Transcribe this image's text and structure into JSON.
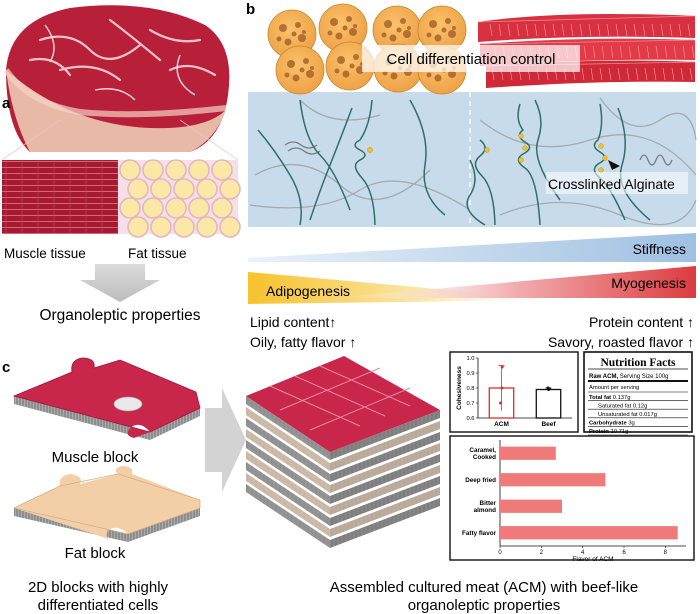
{
  "panels": {
    "a": {
      "letter": "a",
      "muscle_label": "Muscle tissue",
      "fat_label": "Fat tissue",
      "result_label": "Organoleptic properties"
    },
    "b": {
      "letter": "b",
      "banner": "Cell differentiation control",
      "crosslink_label": "Crosslinked Alginate",
      "stiffness_label": "Stiffness",
      "adipogenesis_label": "Adipogenesis",
      "myogenesis_label": "Myogenesis",
      "left_line1": "Lipid content↑",
      "left_line2": "Oily, fatty flavor ↑",
      "right_line1": "Protein content ↑",
      "right_line2": "Savory, roasted flavor ↑"
    },
    "c": {
      "letter": "c",
      "muscle_block_label": "Muscle block",
      "fat_block_label": "Fat block",
      "left_caption_line1": "2D blocks with highly",
      "left_caption_line2": "differentiated cells",
      "right_caption_line1": "Assembled cultured meat (ACM) with beef-like",
      "right_caption_line2": "organoleptic properties"
    }
  },
  "nutrition": {
    "title": "Nutrition Facts",
    "serving_bold": "Raw ACM,",
    "serving_rest": " Serving Size 100g",
    "amount_per": "Amount per serving",
    "rows": [
      {
        "label": "Total fat",
        "value": " 0.137g",
        "bold": true,
        "indent": false
      },
      {
        "label": "Saturated fat",
        "value": " 0.12g",
        "bold": false,
        "indent": true
      },
      {
        "label": "Unsaturated fat",
        "value": " 0.017g",
        "bold": false,
        "indent": true
      },
      {
        "label": "Carbohydrate",
        "value": " 3g",
        "bold": true,
        "indent": false
      },
      {
        "label": "Protein",
        "value": " 10.71g",
        "bold": true,
        "indent": false
      }
    ]
  },
  "colors": {
    "muscle_red": "#c8264a",
    "fat_peach": "#f2cfa6",
    "gel_blue": "#c9dcec",
    "stiffness_blue": "#aac7e4",
    "fat_yellow": "#f7d24a",
    "myo_red": "#df4a4e",
    "bar_red": "#f07a7a"
  },
  "chart_data": [
    {
      "type": "bar",
      "categories": [
        "ACM",
        "Beef"
      ],
      "values": [
        0.8,
        0.79
      ],
      "errors": [
        0.15,
        0.01
      ],
      "title": "",
      "xlabel": "",
      "ylabel": "Cohesiveness",
      "ylim": [
        0.6,
        1.0
      ],
      "yticks": [
        "0.6",
        "0.7",
        "0.8",
        "0.9",
        "1.0"
      ],
      "bar_edge_colors": [
        "#d9302c",
        "#111111"
      ],
      "points": [
        [
          0.94,
          0.8,
          0.7
        ],
        [
          0.79,
          0.8,
          0.795
        ]
      ]
    },
    {
      "type": "bar",
      "orientation": "horizontal",
      "categories": [
        "Caramel, Cooked",
        "Deep fried",
        "Bitter almond",
        "Fatty flavor"
      ],
      "category_lines": [
        [
          "Caramel,",
          "Cooked"
        ],
        [
          "Deep fried"
        ],
        [
          "Bitter",
          "almond"
        ],
        [
          "Fatty flavor"
        ]
      ],
      "values": [
        2.7,
        5.1,
        3.0,
        8.6
      ],
      "title": "",
      "xlabel": "Flavor of ACM",
      "ylabel": "",
      "xlim": [
        0,
        9
      ],
      "xticks": [
        "0",
        "2",
        "4",
        "6",
        "8"
      ],
      "color": "#f07a7a"
    }
  ]
}
